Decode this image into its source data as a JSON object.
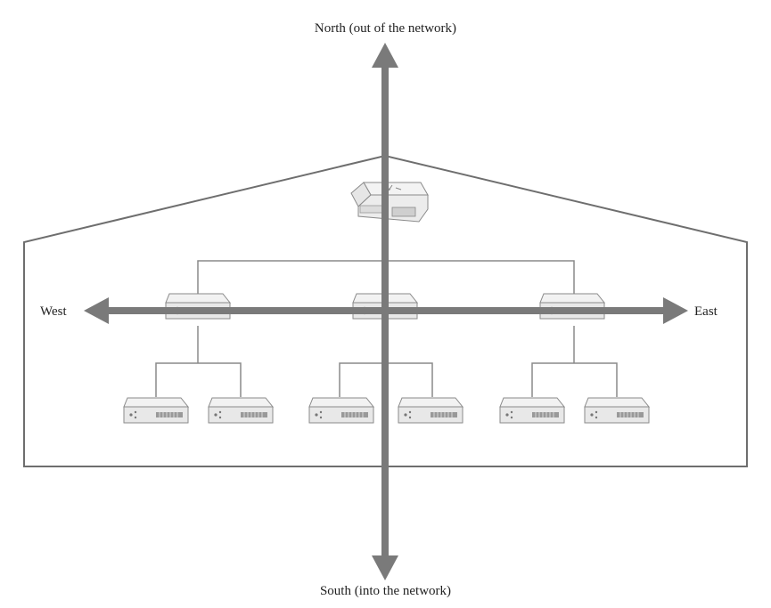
{
  "labels": {
    "north": "North (out of the network)",
    "south": "South (into the network)",
    "west": "West",
    "east": "East"
  },
  "icons": {
    "router": "router-icon",
    "switch": "network-switch-icon"
  },
  "colors": {
    "arrow": "#7a7a7a",
    "outline": "#6e6e6e",
    "device_fill": "#ececec",
    "device_edge": "#8a8a8a",
    "background": "#ffffff"
  }
}
